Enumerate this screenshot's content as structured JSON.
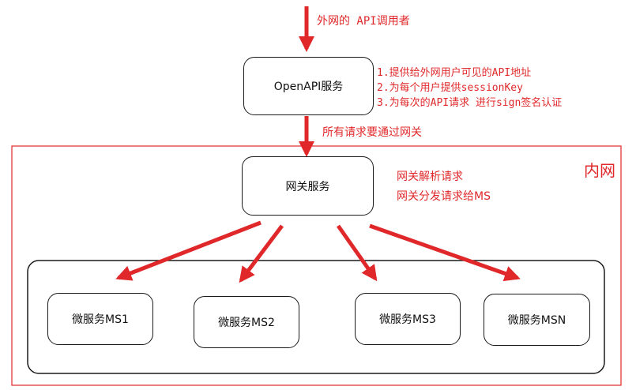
{
  "top_label": "外网的 API调用者",
  "openapi": {
    "label": "OpenAPI服务",
    "notes": [
      "1.提供给外网用户可见的API地址",
      "2.为每个用户提供sessionKey",
      "3.为每次的API请求 进行sign签名认证"
    ]
  },
  "gateway_arrow_label": "所有请求要通过网关",
  "intranet_label": "内网",
  "gateway": {
    "label": "网关服务",
    "notes": [
      "网关解析请求",
      "网关分发请求给MS"
    ]
  },
  "services": [
    "微服务MS1",
    "微服务MS2",
    "微服务MS3",
    "微服务MSN"
  ],
  "colors": {
    "red": "#e0282a",
    "border": "#1a1a1a",
    "intranet_border": "#e0282a"
  }
}
